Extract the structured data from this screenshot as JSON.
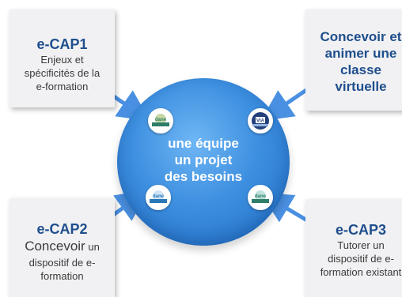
{
  "cards": {
    "top_left": {
      "title": "e-CAP1",
      "lines": [
        "Enjeux et",
        "spécificités de la",
        "e-formation"
      ]
    },
    "top_right": {
      "lines": [
        "Concevoir et",
        "animer une",
        "classe",
        "virtuelle"
      ]
    },
    "bottom_left": {
      "title": "e-CAP2",
      "line1_big": "Concevoir",
      "line1_small": " un",
      "lines": [
        "dispositif de e-",
        "formation"
      ]
    },
    "bottom_right": {
      "title": "e-CAP3",
      "lines": [
        "Tutorer un",
        "dispositif de e-",
        "formation existant"
      ]
    }
  },
  "center": {
    "lines": [
      "une équipe",
      "un projet",
      "des besoins"
    ]
  },
  "badges": [
    {
      "name": "dane-badge",
      "text": "dane",
      "color": "#2e7d6a"
    },
    {
      "name": "via-badge",
      "text": "VIA",
      "color": "#23407a"
    },
    {
      "name": "dane-badge",
      "text": "dane",
      "color": "#2a78b8"
    },
    {
      "name": "dane-badge",
      "text": "dane",
      "color": "#2e7d6a"
    }
  ],
  "colors": {
    "arrow": "#4a90e2",
    "title": "#1f4e8c",
    "circle": "#3d8fe0"
  }
}
